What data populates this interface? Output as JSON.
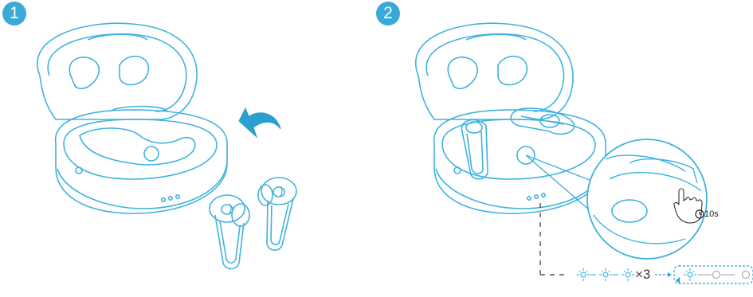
{
  "steps": [
    {
      "number": "1"
    },
    {
      "number": "2"
    }
  ],
  "hold_timer_label": "10s",
  "blink_count_label": "×3",
  "colors": {
    "badge": "#3aa9d8",
    "line_art": "#3fb3dd",
    "arrow": "#2a9fd0",
    "dash": "#333333"
  },
  "icons": [
    "rotate-arrow-icon",
    "hand-press-icon",
    "clock-icon",
    "led-blink-icon",
    "led-off-icon"
  ]
}
